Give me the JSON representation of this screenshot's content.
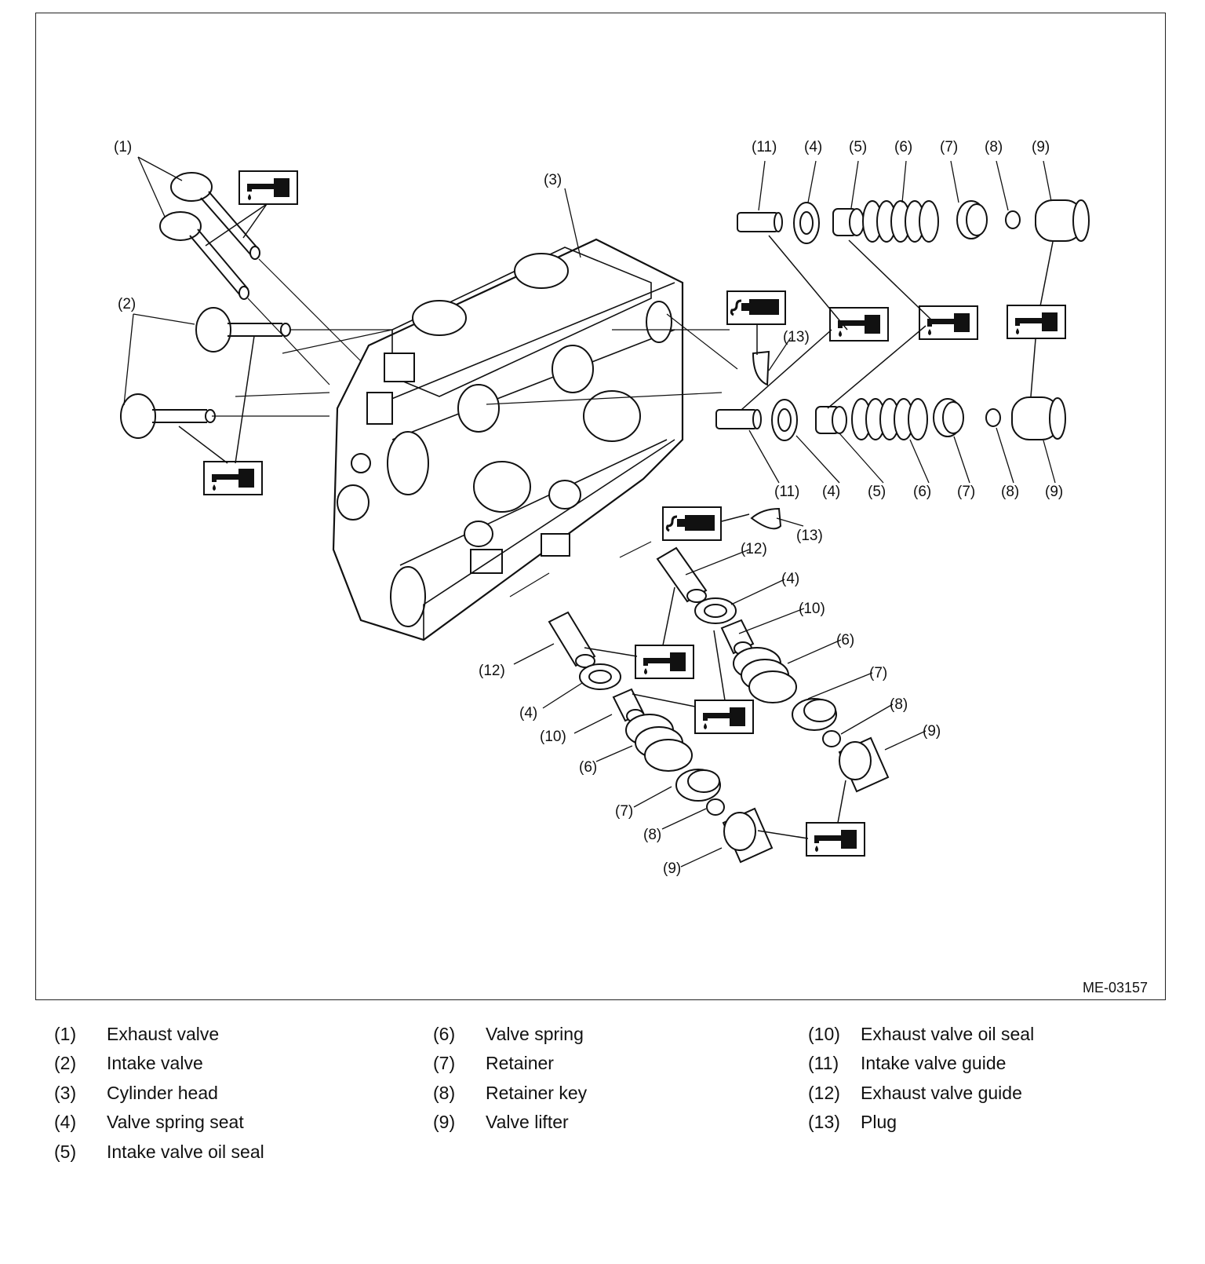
{
  "figure": {
    "code": "ME-03157",
    "callouts": [
      "(1)",
      "(2)",
      "(3)",
      "(4)",
      "(5)",
      "(6)",
      "(7)",
      "(8)",
      "(9)",
      "(10)",
      "(11)",
      "(12)",
      "(13)"
    ]
  },
  "legend": [
    {
      "num": "(1)",
      "text": "Exhaust valve"
    },
    {
      "num": "(2)",
      "text": "Intake valve"
    },
    {
      "num": "(3)",
      "text": "Cylinder head"
    },
    {
      "num": "(4)",
      "text": "Valve spring seat"
    },
    {
      "num": "(5)",
      "text": "Intake valve oil seal"
    },
    {
      "num": "(6)",
      "text": "Valve spring"
    },
    {
      "num": "(7)",
      "text": "Retainer"
    },
    {
      "num": "(8)",
      "text": "Retainer key"
    },
    {
      "num": "(9)",
      "text": "Valve lifter"
    },
    {
      "num": "(10)",
      "text": "Exhaust valve oil seal"
    },
    {
      "num": "(11)",
      "text": "Intake valve guide"
    },
    {
      "num": "(12)",
      "text": "Exhaust valve guide"
    },
    {
      "num": "(13)",
      "text": "Plug"
    }
  ],
  "icons": {
    "oil": "oil-can-icon",
    "sealant": "sealant-tube-icon"
  }
}
